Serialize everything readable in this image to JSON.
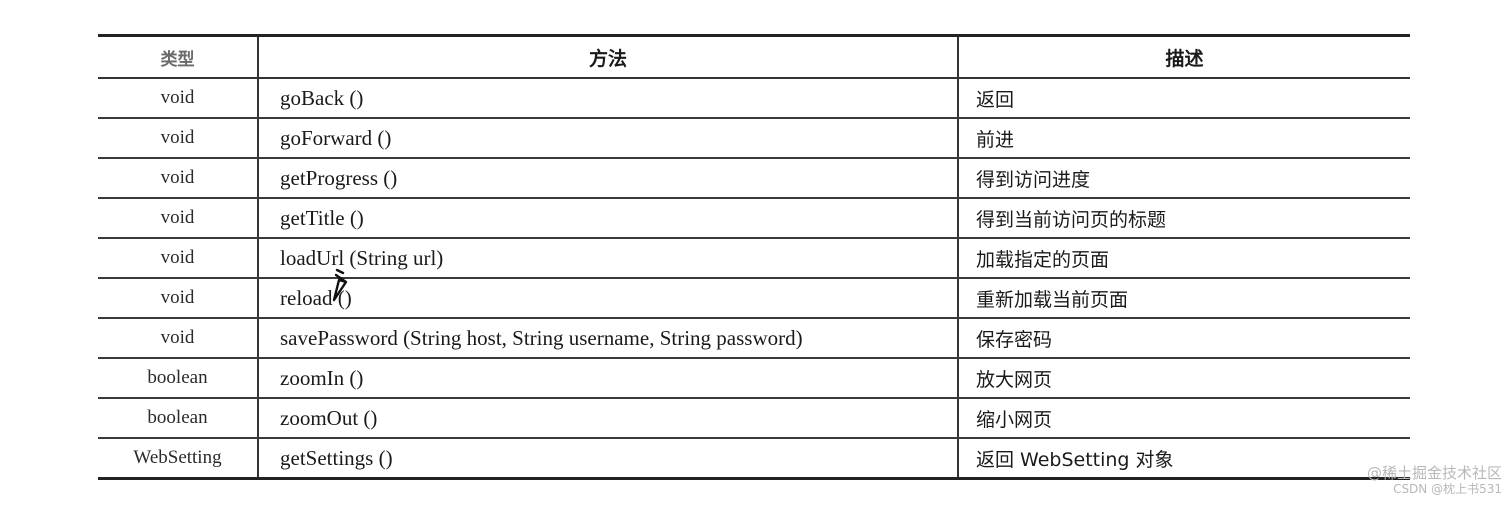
{
  "table": {
    "headers": {
      "type": "类型",
      "method": "方法",
      "description": "描述"
    },
    "rows": [
      {
        "type": "void",
        "method": "goBack ()",
        "description": "返回"
      },
      {
        "type": "void",
        "method": "goForward ()",
        "description": "前进"
      },
      {
        "type": "void",
        "method": "getProgress ()",
        "description": "得到访问进度"
      },
      {
        "type": "void",
        "method": "getTitle ()",
        "description": "得到当前访问页的标题"
      },
      {
        "type": "void",
        "method": "loadUrl (String url)",
        "description": "加载指定的页面"
      },
      {
        "type": "void",
        "method": "reload ()",
        "description": "重新加载当前页面"
      },
      {
        "type": "void",
        "method": "savePassword (String host, String username, String password)",
        "description": "保存密码"
      },
      {
        "type": "boolean",
        "method": "zoomIn ()",
        "description": "放大网页"
      },
      {
        "type": "boolean",
        "method": "zoomOut ()",
        "description": "缩小网页"
      },
      {
        "type": "WebSetting",
        "method": "getSettings ()",
        "description": "返回 WebSetting 对象"
      }
    ]
  },
  "watermark": {
    "line1": "@稀土掘金技术社区",
    "line2": "CSDN @枕上书531"
  }
}
